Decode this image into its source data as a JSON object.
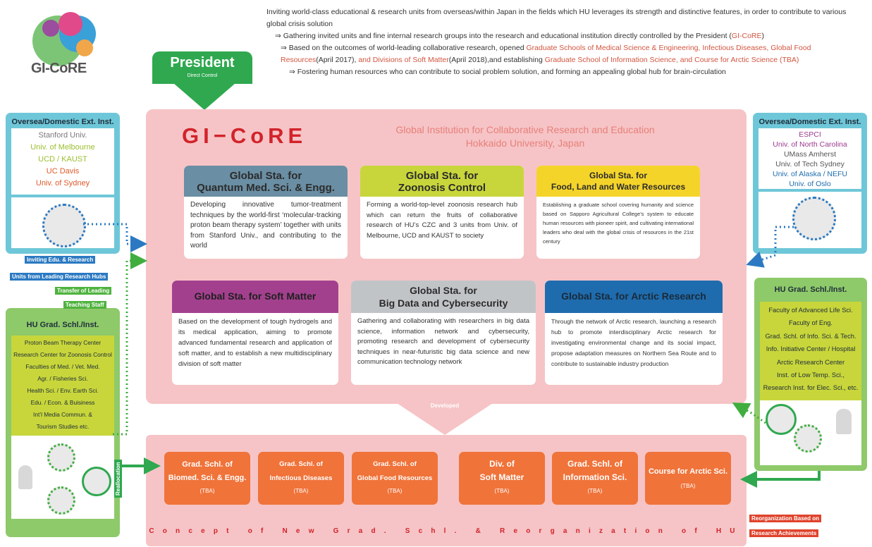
{
  "logo": {
    "text": "GI-CoRE"
  },
  "intro": {
    "p1": "Inviting world-class educational & research units from overseas/within Japan in the fields which HU leverages its strength and distinctive features, in order to contribute to various global crisis solution",
    "p2a": "⇒  Gathering invited units and fine internal research groups into the research and educational institution directly controlled by the President (",
    "p2b": "GI-CoRE",
    "p2c": ")",
    "p3a": "⇒  Based on the outcomes of world-leading collaborative research, opened ",
    "p3b": "Graduate Schools of Medical Science & Engineering, Infectious Diseases, Global Food Resources",
    "p3c": "(April 2017), ",
    "p3d": "and Divisions of Soft Matter",
    "p3e": "(April 2018),and establishing ",
    "p3f": "Graduate School of Information Science, and Course for Arctic Science (TBA)",
    "p4": "⇒  Fostering human resources who can contribute to social problem solution, and forming an appealing global hub for brain-circulation"
  },
  "president": {
    "title": "President",
    "sub": "Direct Control"
  },
  "gicore": {
    "title": "GI−CoRE",
    "name_line1": "Global Institution for Collaborative Research and Education",
    "name_line2": "Hokkaido University, Japan"
  },
  "stations": [
    {
      "h1": "Global Sta. for",
      "h2": "Quantum Med. Sci. & Engg.",
      "body": "Developing innovative tumor-treatment techniques by the world-first ‘molecular-tracking proton beam therapy system’ together with units from Stanford Univ., and contributing to the world",
      "color": "#6a8ea3"
    },
    {
      "h1": "Global Sta. for",
      "h2": "Zoonosis Control",
      "body": "Forming a world-top-level zoonosis research hub which can return the fruits of collaborative research of HU’s CZC and 3 units from Univ. of Melbourne, UCD and KAUST to society",
      "color": "#c8d63b"
    },
    {
      "h1": "Global Sta. for",
      "h2": "Food, Land and Water Resources",
      "body": "Establishing a graduate school covering humanity and science based on Sapporo Agricultural College’s system to educate human resources with pioneer spirit, and cultivating international leaders who deal with the global crisis of resources in the 21st century",
      "color": "#f5d42a"
    },
    {
      "h1": "",
      "h2": "Global Sta. for Soft Matter",
      "body": "Based on the development of tough hydrogels and its medical application, aiming to promote advanced fundamental research and application of soft matter, and to establish a new multidisciplinary division of soft matter",
      "color": "#a3408e"
    },
    {
      "h1": "Global Sta. for",
      "h2": "Big Data and Cybersecurity",
      "body": "Gathering and collaborating with researchers in big data science, information network and cybersecurity, promoting research and development of cybersecurity techniques in near-futuristic big data science and new communication technology network",
      "color": "#c1c4c7"
    },
    {
      "h1": "",
      "h2": "Global Sta. for Arctic Research",
      "body": "Through the network of Arctic research, launching a research hub to promote interdisciplinary Arctic research for investigating environmental change and its social impact, propose adaptation measures on Northern Sea Route and to contribute to sustainable industry production",
      "color": "#1e6cae"
    }
  ],
  "developed": "Developed",
  "grad_boxes": [
    {
      "l1": "Grad. Schl. of",
      "l2": "Biomed. Sci. & Engg.",
      "tba": "(TBA)"
    },
    {
      "l1": "Grad. Schl. of",
      "l2": "Infectious Diseases",
      "tba": "(TBA)"
    },
    {
      "l1": "Grad. Schl. of",
      "l2": "Global Food Resources",
      "tba": "(TBA)"
    },
    {
      "l1": "Div. of",
      "l2": "Soft Matter",
      "tba": "(TBA)"
    },
    {
      "l1": "Grad. Schl. of",
      "l2": "Information Sci.",
      "tba": "(TBA)"
    },
    {
      "l1": "Course for Arctic Sci.",
      "l2": "",
      "tba": "(TBA)"
    }
  ],
  "concept": "Concept of New Grad. Schl. & Reorganization of HU",
  "left_ext": {
    "title": "Oversea/Domestic Ext. Inst.",
    "items": [
      {
        "text": "Stanford Univ.",
        "color": "#7a7a7a"
      },
      {
        "text": "Univ. of Melbourne",
        "color": "#9bbf2d"
      },
      {
        "text": "UCD / KAUST",
        "color": "#9bbf2d"
      },
      {
        "text": "UC Davis",
        "color": "#e05a2a"
      },
      {
        "text": "Univ. of Sydney",
        "color": "#e05a2a"
      }
    ]
  },
  "right_ext": {
    "title": "Oversea/Domestic Ext. Inst.",
    "items": [
      {
        "text": "ESPCI",
        "color": "#9c3a8f"
      },
      {
        "text": "Univ. of North Carolina",
        "color": "#9c3a8f"
      },
      {
        "text": "UMass Amherst",
        "color": "#555555"
      },
      {
        "text": "Univ. of Tech Sydney",
        "color": "#555555"
      },
      {
        "text": "Univ. of Alaska / NEFU",
        "color": "#1e6cae"
      },
      {
        "text": "Univ. of Oslo",
        "color": "#1e6cae"
      }
    ]
  },
  "left_hu": {
    "title": "HU Grad. Schl./Inst.",
    "items": [
      "Proton Beam Therapy Center",
      "Research Center for Zoonosis Control",
      "Faculties of Med. / Vet. Med.",
      "Agr. / Fisheries Sci.",
      "Health Sci. / Env. Earth Sci.",
      "Edu. / Econ. & Buisiness",
      "Int’l Media Commun. &",
      "Tourism Studies etc."
    ]
  },
  "right_hu": {
    "title": "HU Grad. Schl./Inst.",
    "items": [
      "Faculty of Advanced Life Sci.",
      "Faculty of Eng.",
      "Grad. Schl. of Info. Sci. & Tech.",
      "Info. Initiative Center / Hospital",
      "Arctic Research Center",
      "Inst. of Low Temp. Sci.,",
      "Research Inst. for Elec. Sci., etc."
    ]
  },
  "tags": {
    "inviting1": "Inviting Edu. & Research",
    "inviting2": "Units from Leading Research Hubs",
    "transfer1": "Transfer of Leading",
    "transfer2": "Teaching Staff",
    "reallocation": "Reallocation",
    "reorg1": "Reorganization Based on",
    "reorg2": "Research Achievements"
  }
}
